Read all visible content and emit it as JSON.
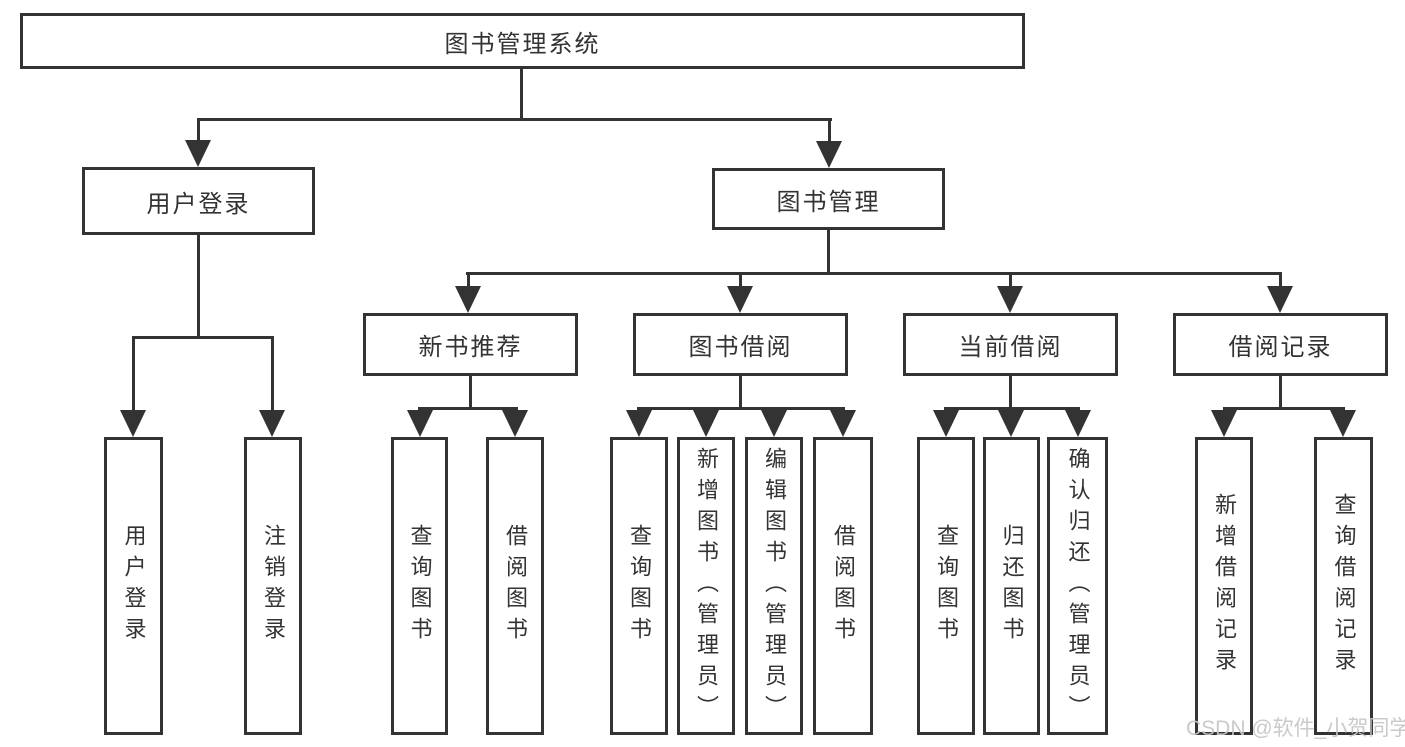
{
  "diagram": {
    "type": "tree",
    "root": {
      "label": "图书管理系统"
    },
    "level2": [
      {
        "label": "用户登录"
      },
      {
        "label": "图书管理"
      }
    ],
    "level3": [
      {
        "label": "新书推荐",
        "parent": "图书管理"
      },
      {
        "label": "图书借阅",
        "parent": "图书管理"
      },
      {
        "label": "当前借阅",
        "parent": "图书管理"
      },
      {
        "label": "借阅记录",
        "parent": "图书管理"
      }
    ],
    "leaves": [
      {
        "label": "用户登录",
        "parent": "用户登录"
      },
      {
        "label": "注销登录",
        "parent": "用户登录"
      },
      {
        "label": "查询图书",
        "parent": "新书推荐"
      },
      {
        "label": "借阅图书",
        "parent": "新书推荐"
      },
      {
        "label": "查询图书",
        "parent": "图书借阅"
      },
      {
        "label": "新增图书（管理员）",
        "parent": "图书借阅"
      },
      {
        "label": "编辑图书（管理员）",
        "parent": "图书借阅"
      },
      {
        "label": "借阅图书",
        "parent": "图书借阅"
      },
      {
        "label": "查询图书",
        "parent": "当前借阅"
      },
      {
        "label": "归还图书",
        "parent": "当前借阅"
      },
      {
        "label": "确认归还（管理员）",
        "parent": "当前借阅"
      },
      {
        "label": "新增借阅记录",
        "parent": "借阅记录"
      },
      {
        "label": "查询借阅记录",
        "parent": "借阅记录"
      }
    ],
    "colors": {
      "line": "#333333",
      "text": "#333333",
      "background": "#ffffff",
      "watermark": "#c6c6c6"
    }
  },
  "watermark": {
    "text": "CSDN @软件_小贺同学"
  }
}
